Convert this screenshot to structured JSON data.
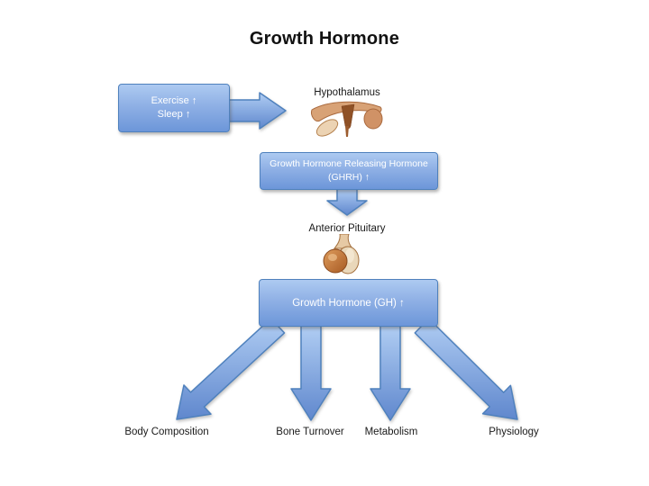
{
  "title": "Growth Hormone",
  "boxes": {
    "stimuli": {
      "lines": [
        "Exercise ↑",
        "Sleep ↑"
      ]
    },
    "ghrh": {
      "lines": [
        "Growth Hormone Releasing Hormone",
        "(GHRH) ↑"
      ]
    },
    "gh": {
      "label": "Growth Hormone (GH) ↑"
    }
  },
  "labels": {
    "hypothalamus": "Hypothalamus",
    "anterior_pituitary": "Anterior Pituitary",
    "outcomes": [
      "Body Composition",
      "Bone Turnover",
      "Metabolism",
      "Physiology"
    ]
  },
  "icons": {
    "hypothalamus_illustration": "brain-hypothalamus-sagittal-drawing",
    "pituitary_illustration": "pituitary-gland-drawing",
    "up_arrow_glyph": "↑"
  },
  "colors": {
    "accent_blue": "#4f81bd",
    "box_gradient_top": "#adcaf1",
    "box_gradient_bottom": "#6c96d9",
    "box_text": "#ffffff",
    "label_text": "#1a1a1a",
    "background": "#ffffff"
  }
}
